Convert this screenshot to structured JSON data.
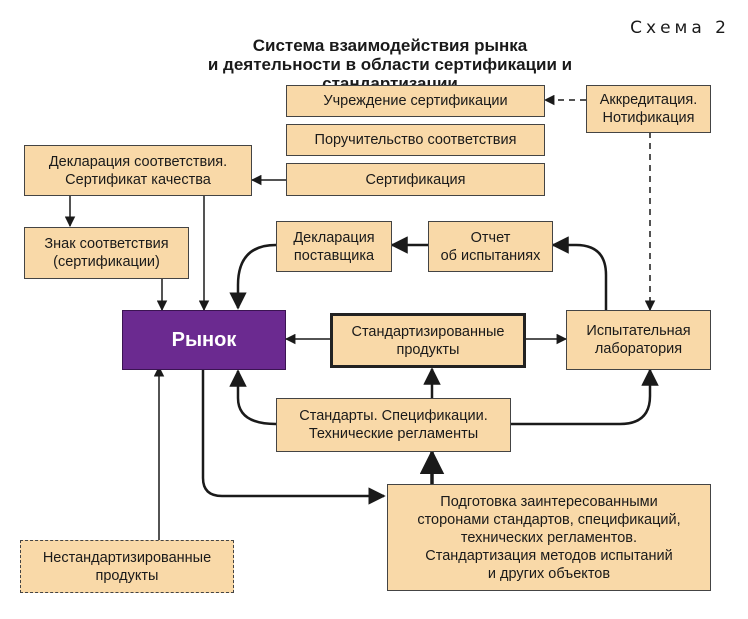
{
  "scheme_label": "Схема 2",
  "title_line1": "Система взаимодействия рынка",
  "title_line2": "и деятельности в области сертификации и стандартизации",
  "nodes": {
    "cert_body": "Учреждение сертификации",
    "accreditation": [
      "Аккредитация.",
      "Нотификация"
    ],
    "guarantee": "Поручительство соответствия",
    "certification": "Сертификация",
    "declaration": [
      "Декларация соответствия.",
      "Сертификат качества"
    ],
    "conformity_mark": [
      "Знак соответствия",
      "(сертификации)"
    ],
    "supplier_decl": [
      "Декларация",
      "поставщика"
    ],
    "test_report": [
      "Отчет",
      "об испытаниях"
    ],
    "market": "Рынок",
    "std_products": [
      "Стандартизированные",
      "продукты"
    ],
    "test_lab": [
      "Испытательная",
      "лаборатория"
    ],
    "standards": [
      "Стандарты. Спецификации.",
      "Технические регламенты"
    ],
    "preparation": [
      "Подготовка заинтересованными",
      "сторонами стандартов, спецификаций,",
      "технических регламентов.",
      "Стандартизация методов испытаний",
      "и других объектов"
    ],
    "nonstd_products": [
      "Нестандартизированные",
      "продукты"
    ]
  },
  "colors": {
    "box_fill": "#f9d9a8",
    "market_fill": "#6b2a90",
    "market_text": "#ffffff",
    "line": "#1a1a1a"
  }
}
